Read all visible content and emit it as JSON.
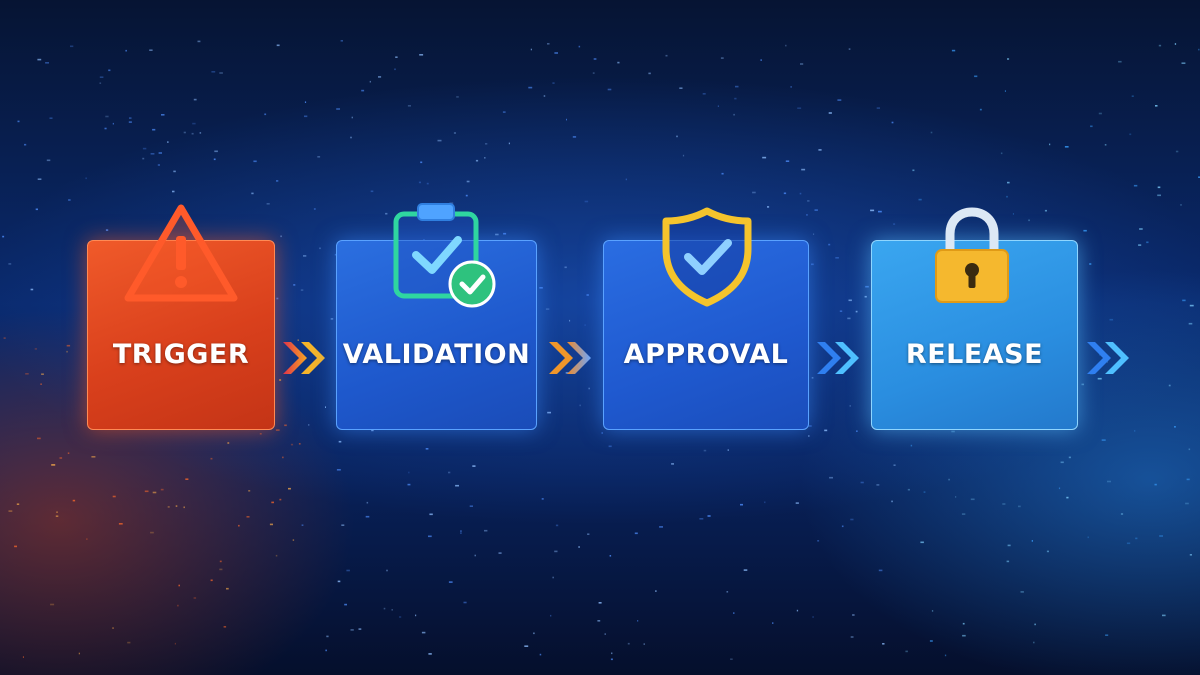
{
  "steps": [
    {
      "label": "TRIGGER",
      "icon": "warning-triangle-icon",
      "color": "#e8491f"
    },
    {
      "label": "VALIDATION",
      "icon": "clipboard-check-icon",
      "color": "#2060d6"
    },
    {
      "label": "APPROVAL",
      "icon": "shield-check-icon",
      "color": "#2060d6"
    },
    {
      "label": "RELEASE",
      "icon": "padlock-icon",
      "color": "#2f93e6"
    }
  ],
  "arrow_icon": "double-chevron-right-icon",
  "colors": {
    "trigger_accent": "#ff5a2a",
    "validation_accent": "#2fd6a0",
    "approval_accent": "#f5c42c",
    "release_accent": "#f5b82e",
    "background": "#0a2a6e"
  }
}
